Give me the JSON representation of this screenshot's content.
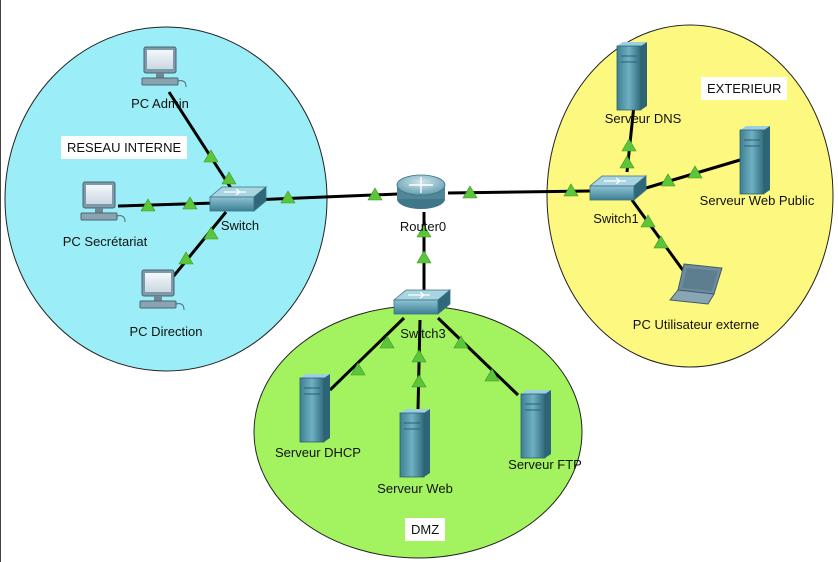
{
  "zones": {
    "internal": {
      "label": "RESEAU INTERNE",
      "fill": "#9beef7"
    },
    "dmz": {
      "label": "DMZ",
      "fill": "#a3f25f"
    },
    "external": {
      "label": "EXTERIEUR",
      "fill": "#fdf87f"
    }
  },
  "devices": {
    "pc_admin": "PC Admin",
    "pc_secretariat": "PC Secrétariat",
    "pc_direction": "PC Direction",
    "switch0": "Switch",
    "router0": "Router0",
    "switch3": "Switch3",
    "switch1": "Switch1",
    "serveur_dns": "Serveur DNS",
    "serveur_web_public": "Serveur Web Public",
    "pc_utilisateur_externe": "PC Utilisateur externe",
    "serveur_dhcp": "Serveur DHCP",
    "serveur_web": "Serveur Web",
    "serveur_ftp": "Serveur FTP"
  },
  "colors": {
    "link": "#000000",
    "link_status": "#5cc63a"
  }
}
